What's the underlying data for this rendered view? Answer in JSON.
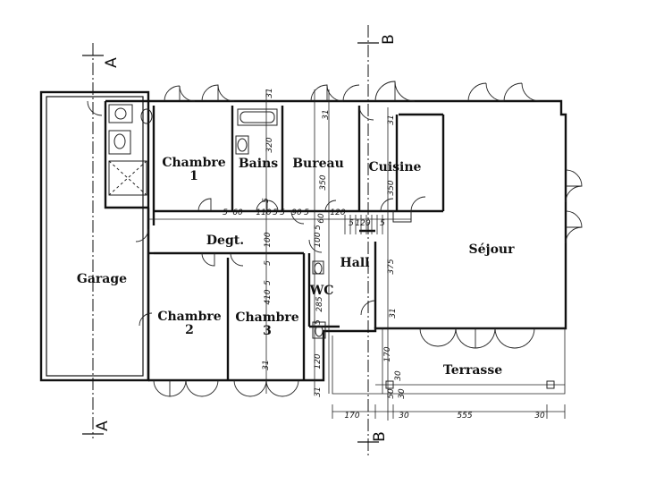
{
  "rooms": {
    "garage": "Garage",
    "chambre1_line1": "Chambre",
    "chambre1_line2": "1",
    "bains": "Bains",
    "bureau": "Bureau",
    "cuisine": "Cuisine",
    "sejour": "Séjour",
    "degt": "Degt.",
    "hall": "Hall",
    "wc": "WC",
    "chambre2_line1": "Chambre",
    "chambre2_line2": "2",
    "chambre3_line1": "Chambre",
    "chambre3_line2": "3",
    "terrasse": "Terrasse"
  },
  "section_marks": {
    "a_top": "A",
    "a_bottom": "A",
    "b_top": "B",
    "b_bottom": "B"
  },
  "dimensions": {
    "d31_top": "31",
    "d320": "320",
    "d31_bureau": "31",
    "d350_bureau": "350",
    "d350_cuisine": "350",
    "d31_cuisine": "31",
    "d5_a": "5",
    "d60_a": "60",
    "d110": "110",
    "d5_b": "5",
    "d5_c": "5",
    "d90": "90",
    "d5_d": "5",
    "d60_b": "60",
    "d120_a": "120",
    "d5_e": "5",
    "d120_b": "120",
    "d5_f": "5",
    "d5_g": "5",
    "d100_a": "100",
    "d5_h": "5",
    "d100_b": "100",
    "d5_i": "5",
    "d5_j": "5",
    "d410": "410",
    "d285": "285",
    "d375": "375",
    "d5_k": "5",
    "d31_sejour": "31",
    "d120_c": "120",
    "d31_bottom_left": "31",
    "d31_bottom_right": "31",
    "d170_v": "170",
    "d30_v": "30",
    "d50": "50",
    "d30_v2": "30",
    "d170_h": "170",
    "d30_h1": "30",
    "d555": "555",
    "d30_h2": "30"
  }
}
